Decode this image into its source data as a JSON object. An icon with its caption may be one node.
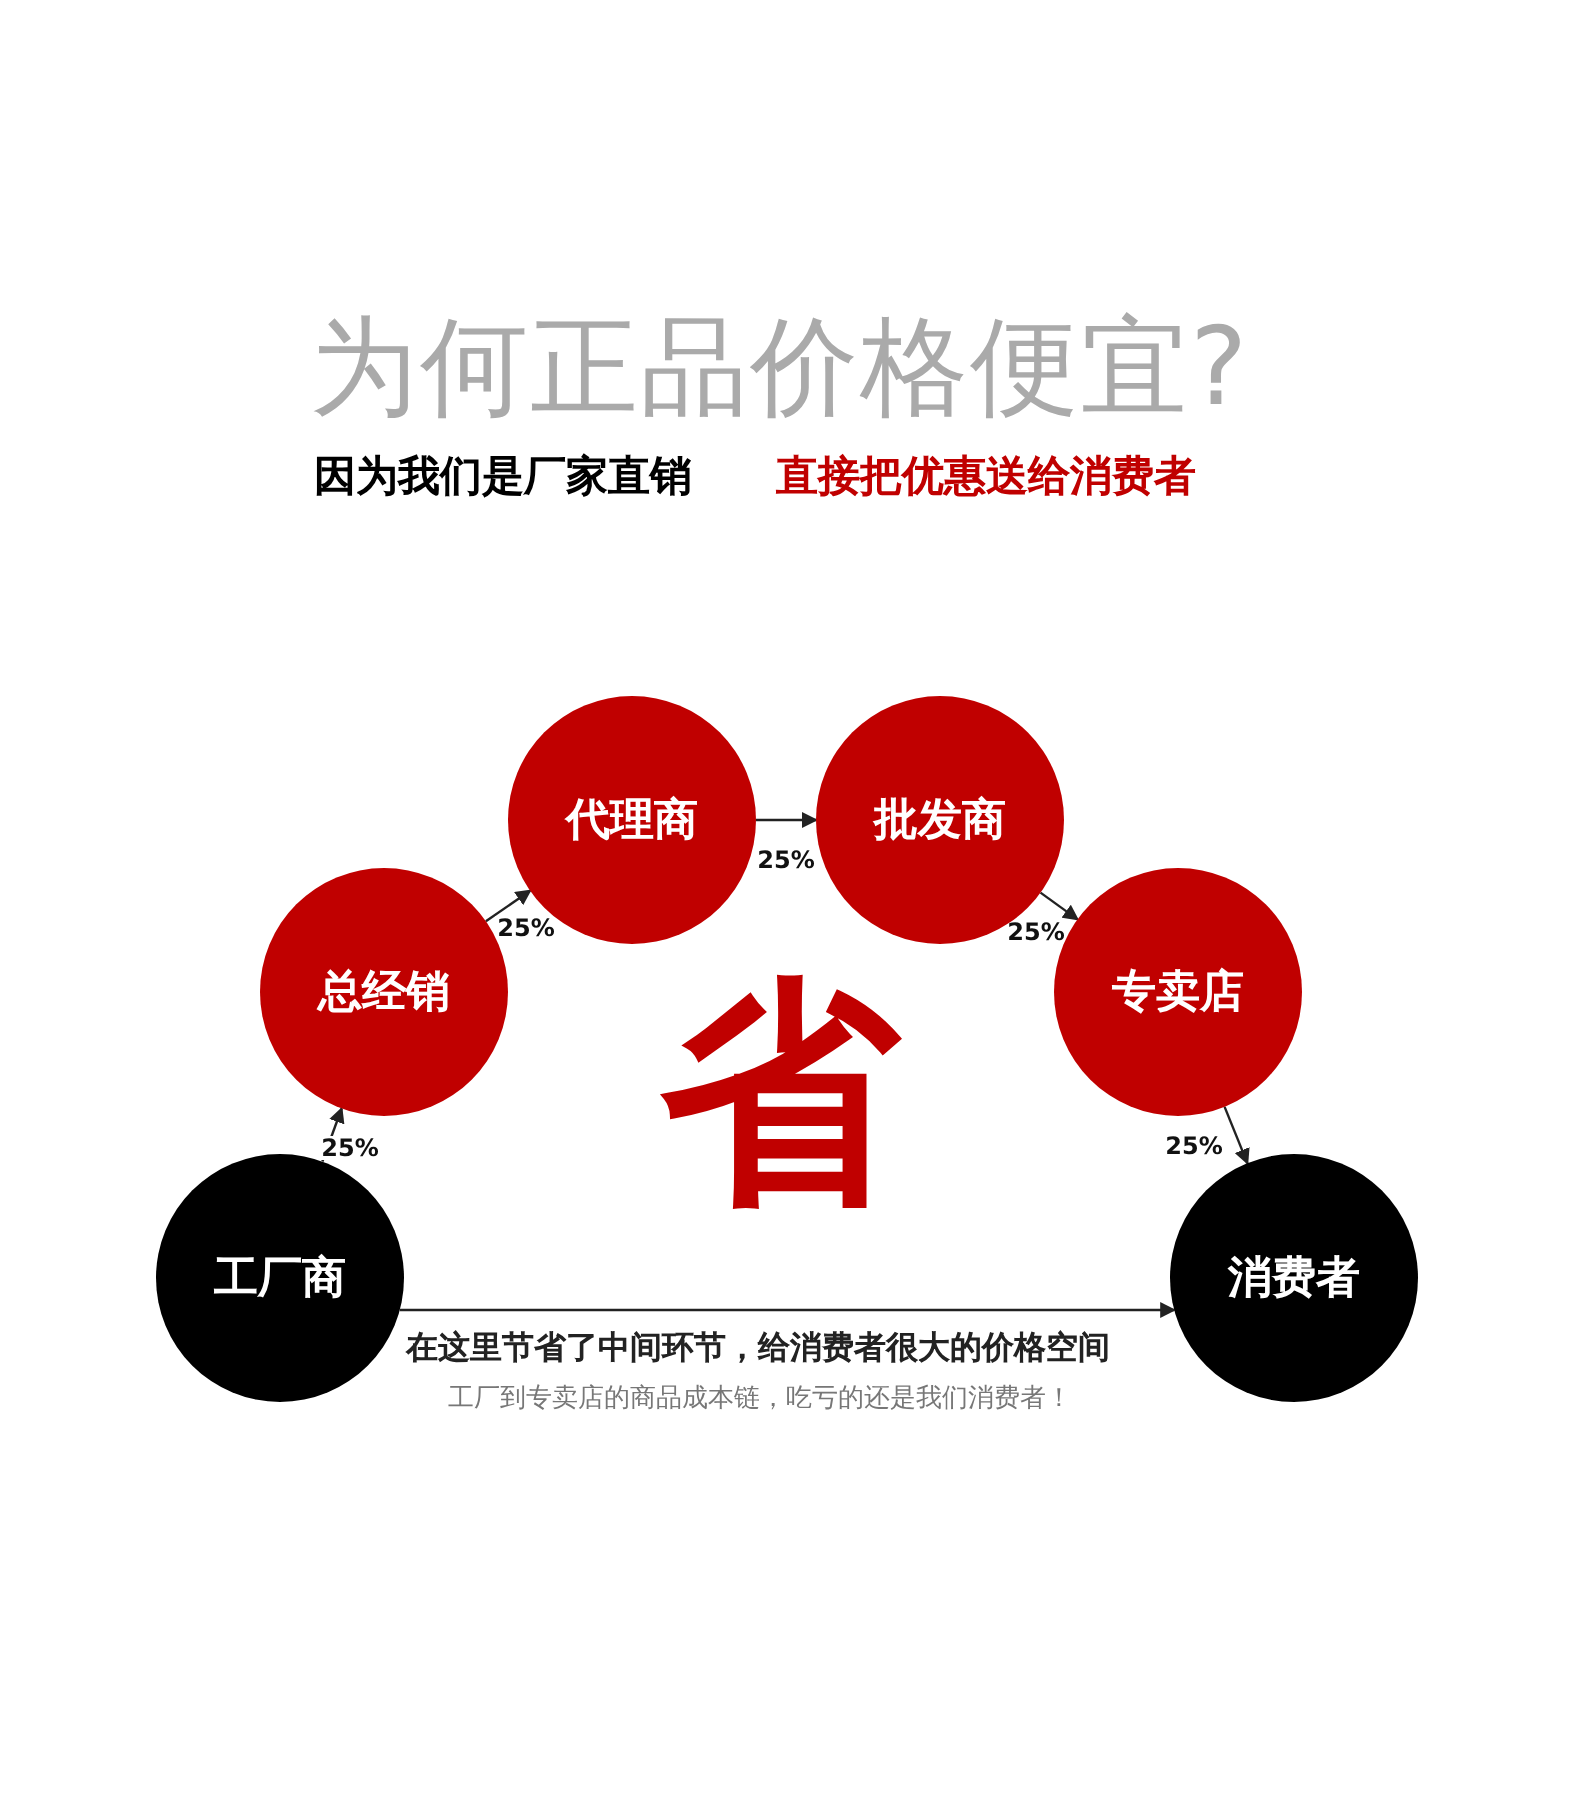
{
  "diagram": {
    "title": "为何正品价格便宜?",
    "nodes": [
      {
        "text": [
          "工厂商"
        ]
      },
      {
        "text": [
          "总经销"
        ]
      },
      {
        "text": [
          "代理商"
        ]
      },
      {
        "text": [
          "批发商"
        ]
      },
      {
        "text": [
          "专卖店"
        ]
      },
      {
        "text": [
          "消费者"
        ]
      }
    ],
    "edges": [
      {
        "from": 0,
        "to": 1,
        "arrow": "to",
        "label": "25%"
      },
      {
        "from": 1,
        "to": 2,
        "arrow": "to",
        "label": "25%"
      },
      {
        "from": 2,
        "to": 3,
        "arrow": "to",
        "label": "25%"
      },
      {
        "from": 3,
        "to": 4,
        "arrow": "to",
        "label": "25%"
      },
      {
        "from": 4,
        "to": 5,
        "arrow": "to",
        "label": "25%"
      },
      {
        "from": 0,
        "to": 5,
        "arrow": "to"
      }
    ],
    "labels": [
      "因为我们是厂家直销",
      "直接把优惠送给消费者",
      "省",
      "在这里节省了中间环节，给消费者很大的价格空间",
      "工厂到专卖店的商品成本链，吃亏的还是我们消费者！"
    ]
  }
}
